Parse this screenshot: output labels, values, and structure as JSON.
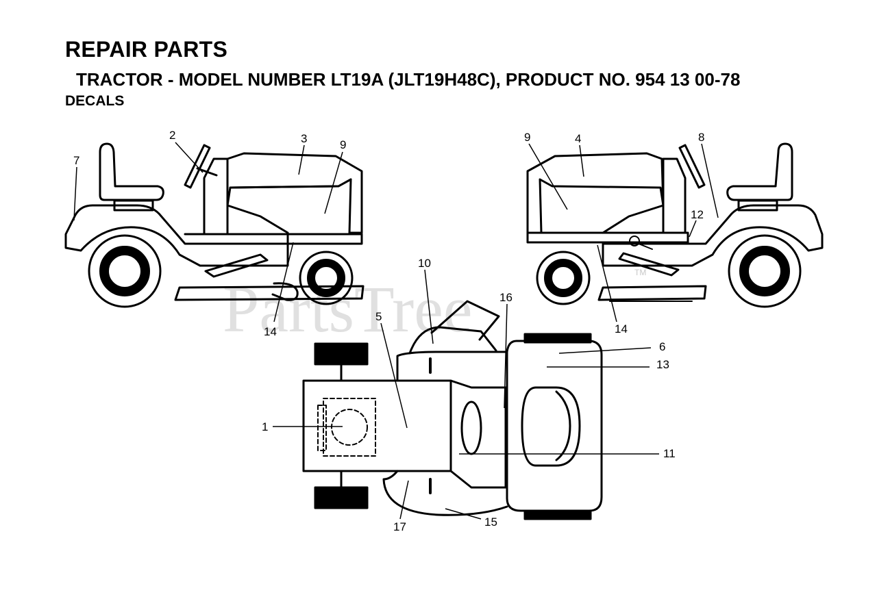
{
  "header": {
    "title": "REPAIR PARTS",
    "subtitle": "TRACTOR - MODEL NUMBER LT19A (JLT19H48C), PRODUCT NO. 954 13 00-78",
    "section": "DECALS"
  },
  "watermark": {
    "text": "PartsTree",
    "mark": "TM"
  },
  "callouts": {
    "left_view": {
      "c7": "7",
      "c2": "2",
      "c3": "3",
      "c9": "9",
      "c14": "14"
    },
    "right_view": {
      "c9": "9",
      "c4": "4",
      "c8": "8",
      "c12": "12",
      "c14": "14"
    },
    "top_view": {
      "c10": "10",
      "c16": "16",
      "c5": "5",
      "c6": "6",
      "c13": "13",
      "c1": "1",
      "c11": "11",
      "c17": "17",
      "c15": "15"
    }
  },
  "colors": {
    "line": "#000000",
    "background": "#ffffff",
    "watermark": "#c8c8c8"
  }
}
